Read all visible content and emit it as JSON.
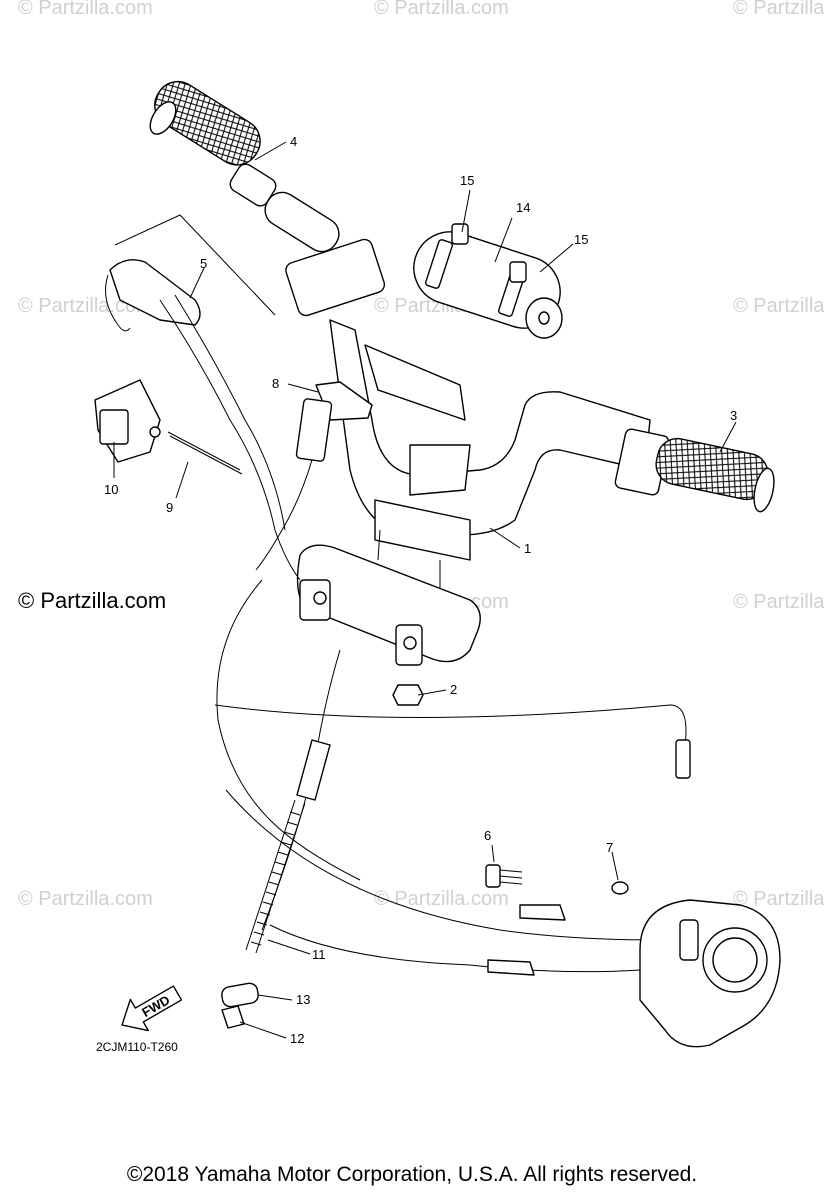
{
  "watermark": "© Partzilla.com",
  "watermark_left_label": "© Partzilla.com",
  "diagram_code": "2CJM110-T260",
  "fwd_label": "FWD",
  "copyright": "©2018  Yamaha Motor Corporation, U.S.A. All rights reserved.",
  "callouts": {
    "p1": "1",
    "p2": "2",
    "p3": "3",
    "p4": "4",
    "p5": "5",
    "p6": "6",
    "p7": "7",
    "p8": "8",
    "p9": "9",
    "p10": "10",
    "p11": "11",
    "p12": "12",
    "p13": "13",
    "p14": "14",
    "p15a": "15",
    "p15b": "15"
  }
}
